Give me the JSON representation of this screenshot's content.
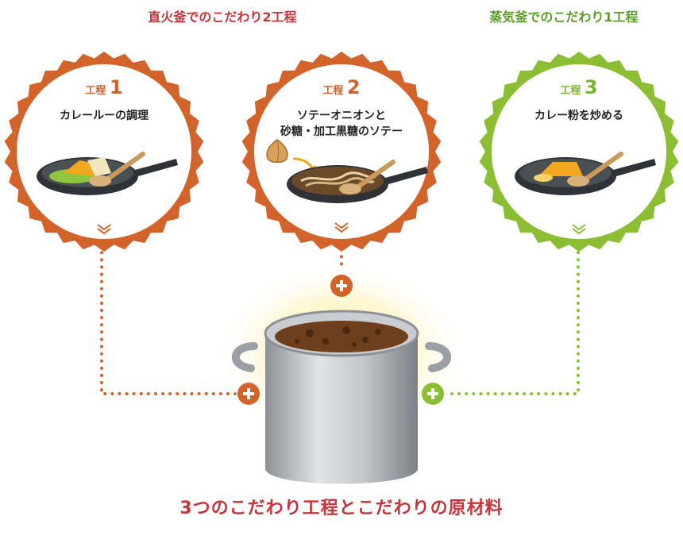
{
  "headings": {
    "direct_fire": "直火釜でのこだわり2工程",
    "steam": "蒸気釜でのこだわり1工程"
  },
  "steps": [
    {
      "label": "工程",
      "number": "1",
      "lines": [
        "カレールーの調理"
      ]
    },
    {
      "label": "工程",
      "number": "2",
      "lines": [
        "ソテーオニオンと",
        "砂糖・加工黒糖のソテー"
      ]
    },
    {
      "label": "工程",
      "number": "3",
      "lines": [
        "カレー粉を炒める"
      ]
    }
  ],
  "caption": "3つのこだわり工程とこだわりの原材料",
  "colors": {
    "orange": "#d2632a",
    "green": "#8cbe34",
    "red": "#c7343a"
  },
  "icons": [
    "frying-pan-icon",
    "onion-icon",
    "stock-pot-icon",
    "plus-icon",
    "chevron-down-icon"
  ]
}
